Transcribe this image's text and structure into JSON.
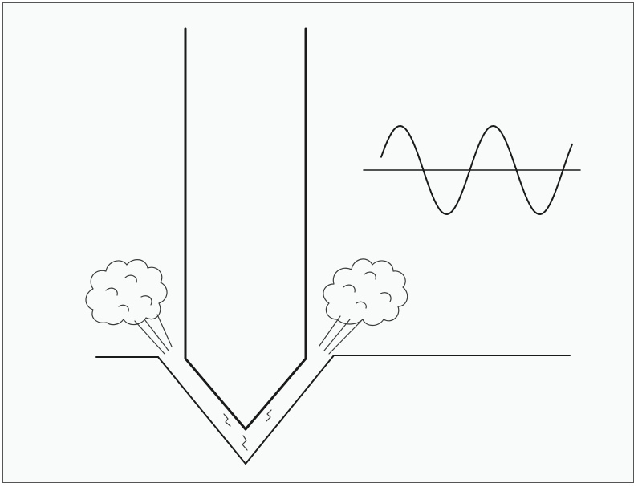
{
  "figure": {
    "colors": {
      "background": "#f9fafa",
      "frame": "#555555",
      "ink": "#1a1a1a",
      "sketch": "#3a3a3a"
    },
    "elements": {
      "tool": "drill-bit",
      "surface": "ground-line",
      "crater": "v-shaped-crater",
      "cracks": "crack-marks",
      "debris": [
        "dust-cloud-left",
        "dust-cloud-right"
      ],
      "signal": "sine-wave"
    },
    "labels": []
  }
}
